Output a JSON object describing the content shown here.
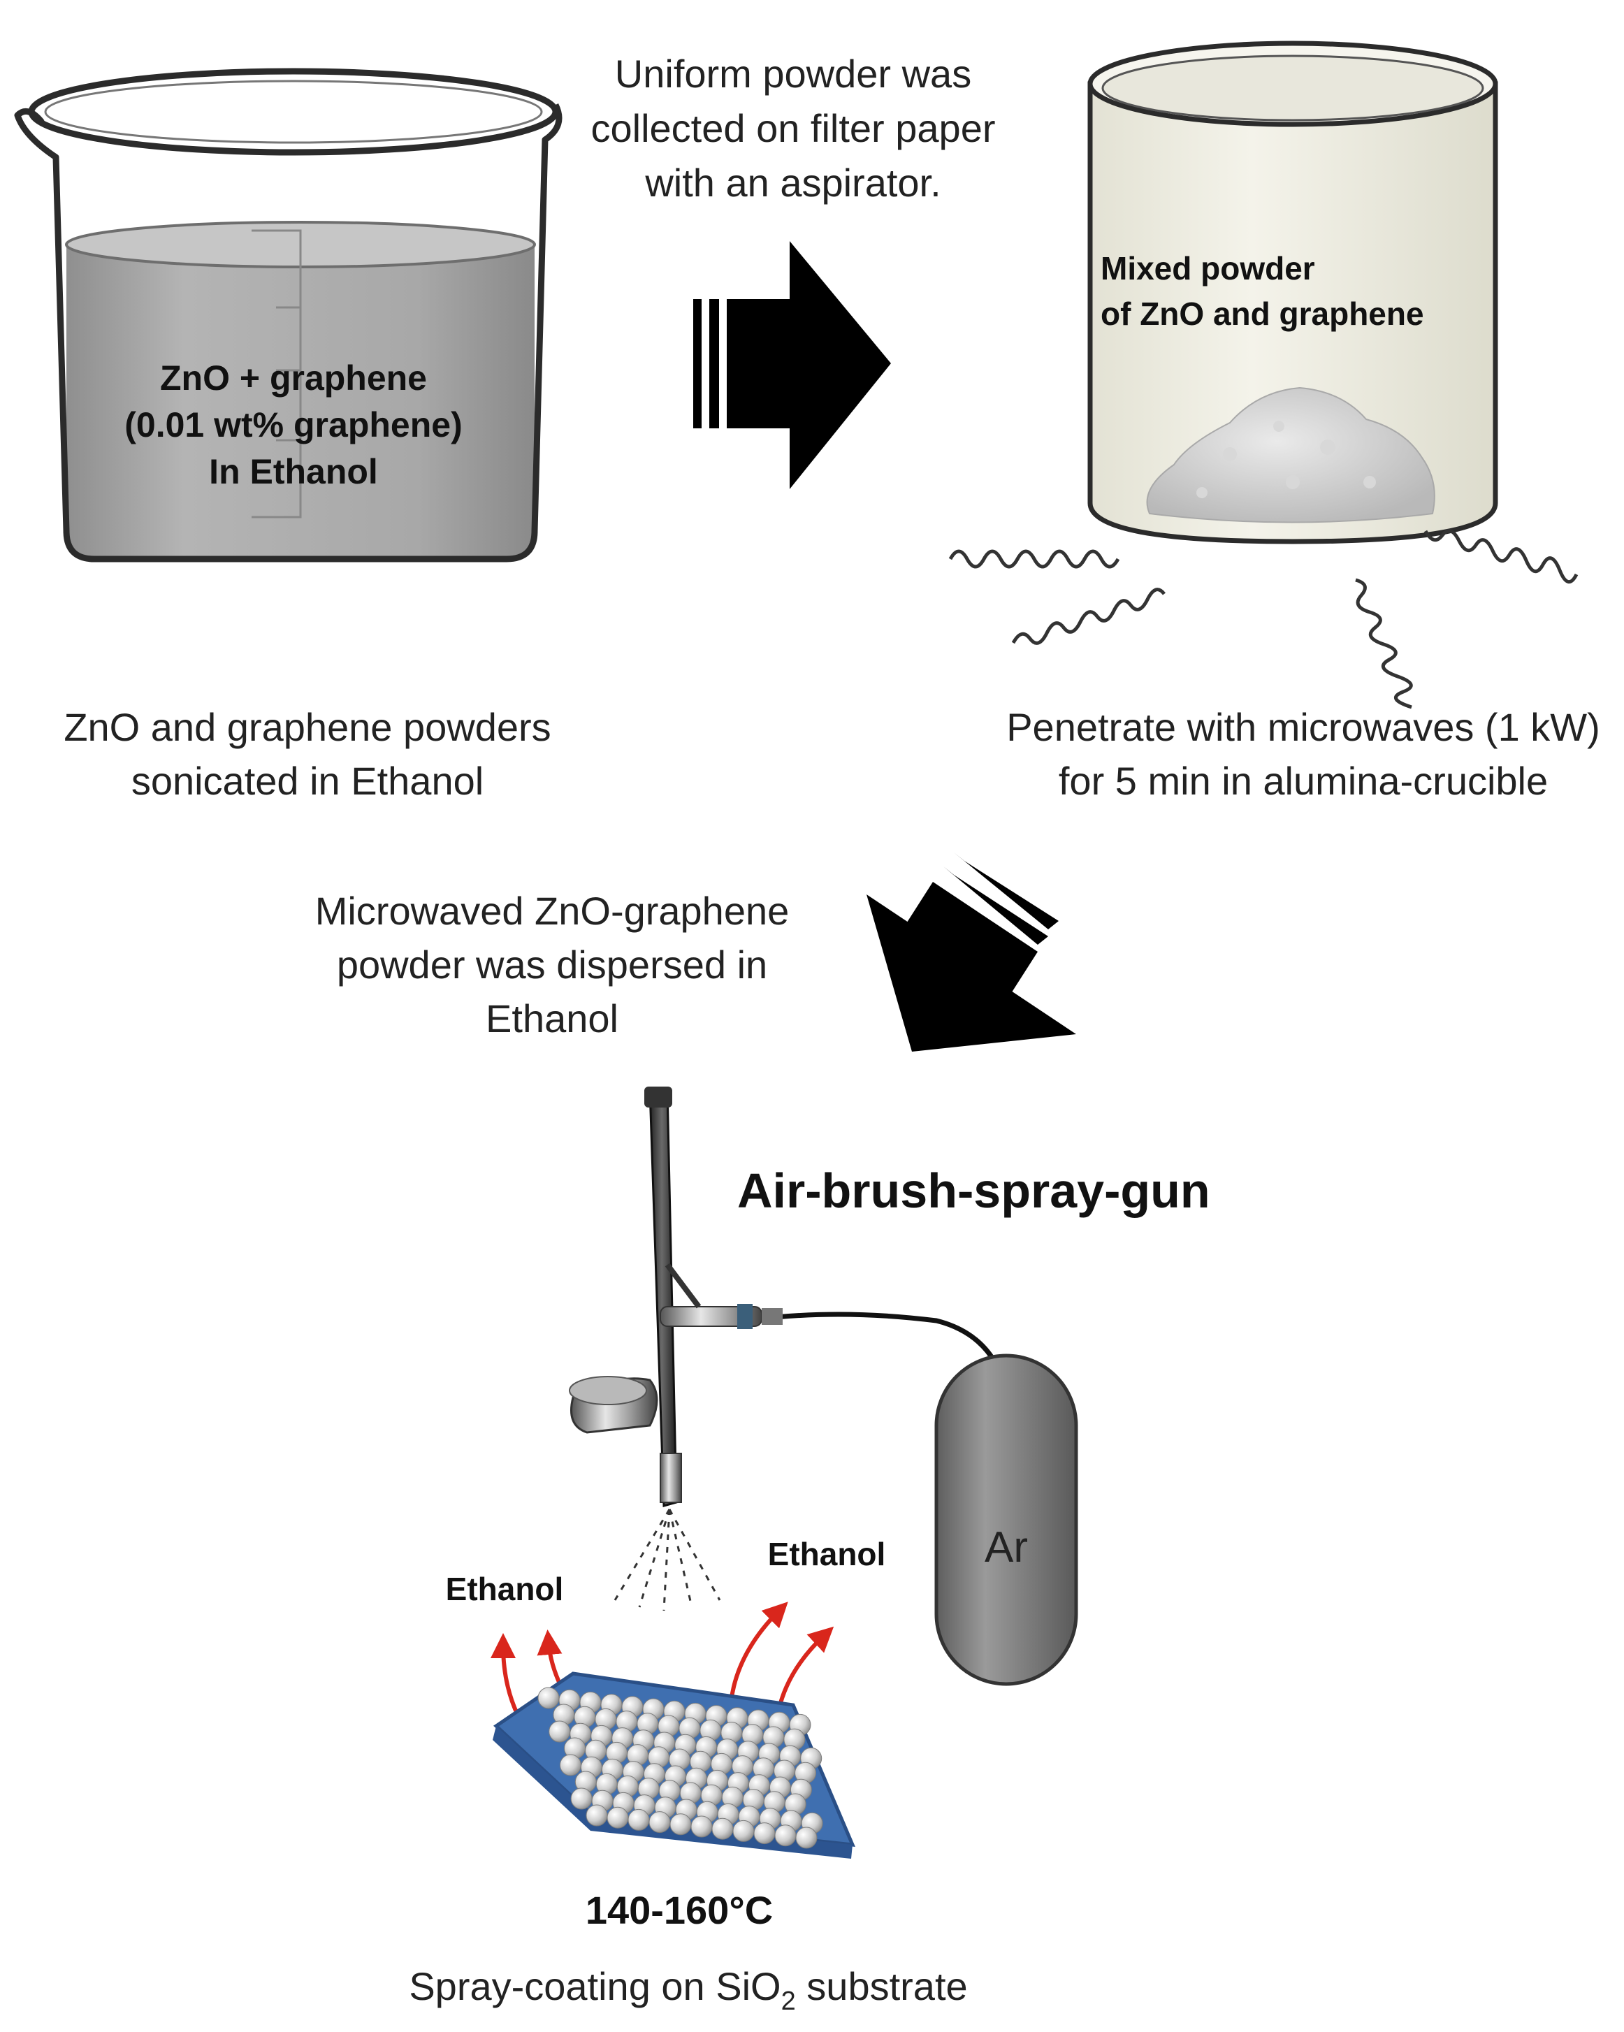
{
  "beaker": {
    "line1": "ZnO + graphene",
    "line2": "(0.01 wt% graphene)",
    "line3": "In Ethanol",
    "caption_line1": "ZnO and graphene powders",
    "caption_line2": "sonicated in Ethanol"
  },
  "step1": {
    "line1": "Uniform powder was",
    "line2": "collected on filter paper",
    "line3": "with an aspirator."
  },
  "crucible": {
    "label_line1": "Mixed powder",
    "label_line2": "of ZnO and graphene",
    "caption_line1": "Penetrate with microwaves (1 kW)",
    "caption_line2": "for 5 min in alumina-crucible"
  },
  "step2": {
    "line1": "Microwaved ZnO-graphene",
    "line2": "powder was dispersed in",
    "line3": "Ethanol"
  },
  "spray": {
    "gun_title": "Air-brush-spray-gun",
    "tank_label": "Ar",
    "vapor_left": "Ethanol",
    "vapor_right": "Ethanol",
    "temperature": "140-160°C",
    "caption_prefix": "Spray-coating on SiO",
    "caption_sub": "2",
    "caption_suffix": " substrate"
  },
  "colors": {
    "liquid": "#a9a9a9",
    "crucible": "#efeee2",
    "tank": "#7a7a7a",
    "substrate": "#3f6fb0",
    "vapor_arrow": "#d9261c"
  }
}
